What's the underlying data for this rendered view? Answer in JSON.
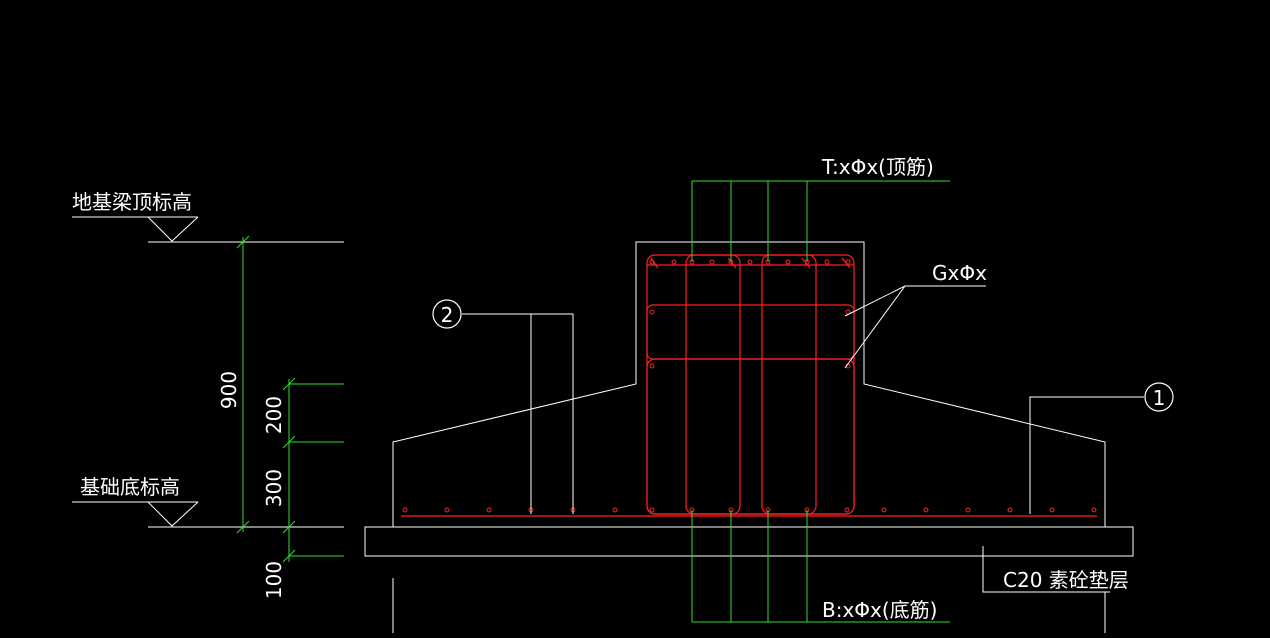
{
  "drawing": {
    "labels": {
      "beam_top_elevation": "地基梁顶标高",
      "base_bottom_elevation": "基础底标高",
      "top_rebar": "T:xΦx(顶筋)",
      "stirrup": "GxΦx",
      "bottom_rebar": "B:xΦx(底筋)",
      "cushion": "C20 素砼垫层"
    },
    "dimensions": {
      "total": "900",
      "upper": "200",
      "middle": "300",
      "cushion": "100"
    },
    "callouts": {
      "one": "1",
      "two": "2"
    },
    "colors": {
      "background": "#000000",
      "outline": "#ffffff",
      "rebar": "#ff2020",
      "leader": "#33dd33"
    }
  }
}
